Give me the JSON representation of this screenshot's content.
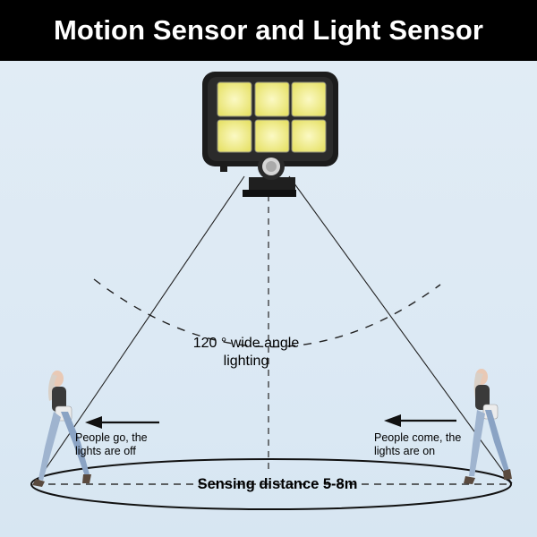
{
  "header": {
    "title": "Motion Sensor and Light Sensor"
  },
  "labels": {
    "angle": "120 ° wide angle lighting",
    "left_note": "People go, the lights are off",
    "right_note": "People come, the lights are on",
    "distance": "Sensing distance 5-8m"
  },
  "colors": {
    "header_bg": "#000000",
    "sky": "#dce9f4",
    "led": "#f3f099",
    "lamp_body": "#1c1c1c"
  },
  "icons": [
    "solar-lamp-icon",
    "motion-sensor-icon",
    "walking-woman-icon",
    "arrow-left-icon"
  ]
}
